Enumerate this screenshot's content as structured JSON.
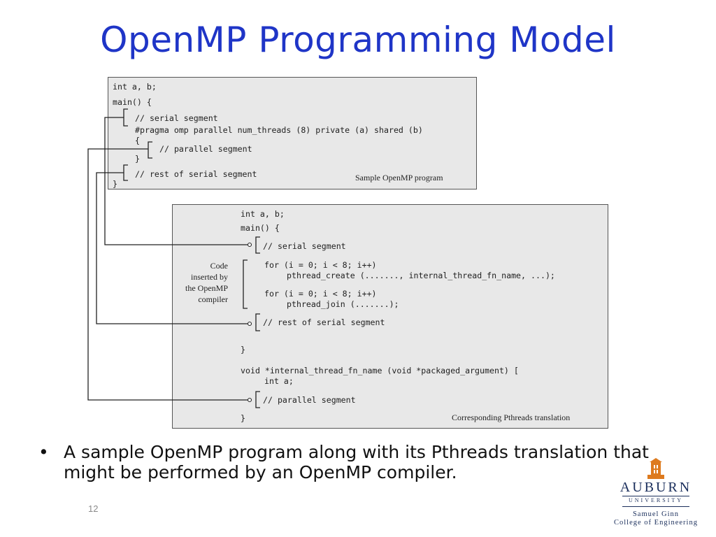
{
  "slide": {
    "title": "OpenMP Programming Model",
    "bullet": "A sample OpenMP program along with its Pthreads translation that might be performed by an OpenMP compiler.",
    "slide_number": "12"
  },
  "figure": {
    "program": {
      "lines": [
        "int a, b;",
        "main() {",
        "// serial segment",
        "#pragma omp parallel num_threads (8) private (a) shared (b)",
        "{",
        "// parallel segment",
        "}",
        "// rest of serial segment",
        "}"
      ],
      "caption": "Sample OpenMP program"
    },
    "translation": {
      "lines": [
        "int a, b;",
        "main() {",
        "// serial segment",
        "for (i = 0; i < 8; i++)",
        "pthread_create (......., internal_thread_fn_name, ...);",
        "for (i = 0; i < 8; i++)",
        "pthread_join (.......);",
        "// rest of serial segment",
        "}",
        "void *internal_thread_fn_name (void *packaged_argument) [",
        "int a;",
        "// parallel segment",
        "}"
      ],
      "side_label": [
        "Code",
        "inserted by",
        "the OpenMP",
        "compiler"
      ],
      "caption": "Corresponding Pthreads translation"
    }
  },
  "logo": {
    "name": "AUBURN",
    "subtitle": "UNIVERSITY",
    "college_line1": "Samuel Ginn",
    "college_line2": "College of Engineering",
    "color": "#1b2f5c",
    "accent": "#dd7a1e"
  }
}
